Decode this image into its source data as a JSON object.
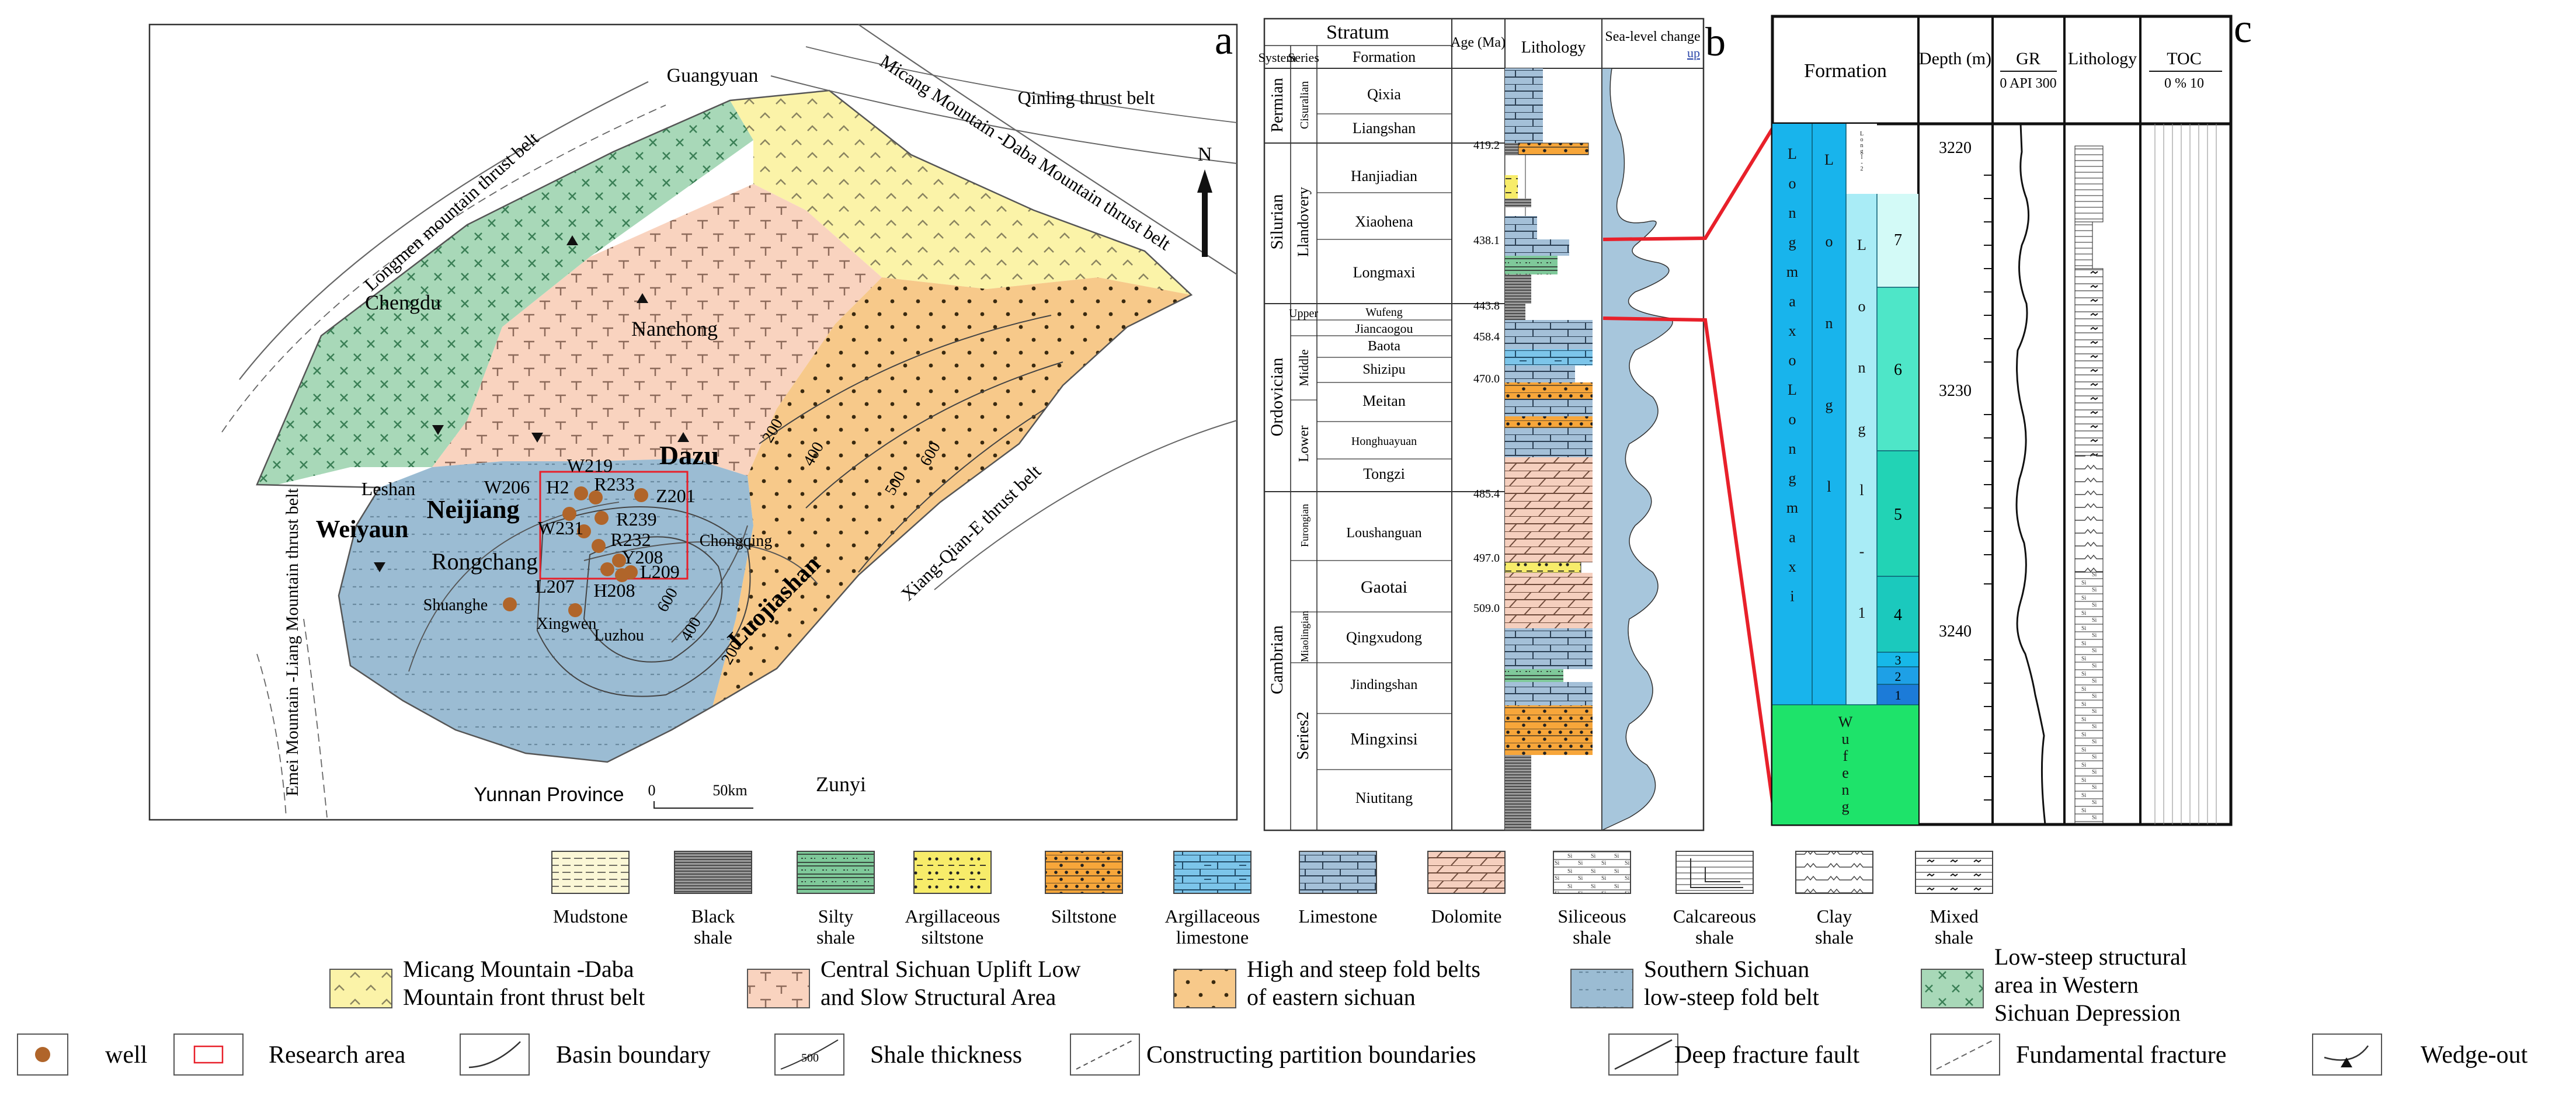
{
  "panel_labels": {
    "a": "a",
    "b": "b",
    "c": "c"
  },
  "map": {
    "north": "N",
    "scale_zero": "0",
    "scale_label": "50km",
    "regions": [
      "Micang Mountain -Daba Mountain thrust belt",
      "Qinling thrust belt",
      "Longmen mountain thrust belt",
      "Emei Mountain -Liang Mountain thrust belt",
      "Xiang-Qian-E thrust belt",
      "Yunnan Province"
    ],
    "cities": [
      "Guangyuan",
      "Chengdu",
      "Nanchong",
      "Dazu",
      "Leshan",
      "Neijiang",
      "Weiyaun",
      "Rongchang",
      "Shuanghe",
      "Xingwen",
      "Luzhou",
      "Chongqing",
      "Zunyi",
      "Luojiashan"
    ],
    "wells": [
      "W219",
      "W206",
      "H2",
      "R233",
      "Z201",
      "R239",
      "W231",
      "R232",
      "Y208",
      "L209",
      "L207",
      "H208"
    ],
    "thickness": [
      "200",
      "400",
      "500",
      "600",
      "600",
      "400",
      "200"
    ]
  },
  "column": {
    "title": "Stratum",
    "headers": {
      "system": "System",
      "series": "Series",
      "formation": "Formation",
      "age": "Age (Ma)",
      "lithology": "Lithology",
      "sea_level": "Sea-level change",
      "up": "up"
    },
    "systems": [
      "Permian",
      "Silurian",
      "Ordovician",
      "Cambrian"
    ],
    "series": [
      "Cisuralian",
      "Llandovery",
      "Upper",
      "Middle",
      "Lower",
      "Furongian",
      "Miaolingian",
      "Series2"
    ],
    "formations": [
      "Qixia",
      "Liangshan",
      "Hanjiadian",
      "Xiaohena",
      "Longmaxi",
      "Wufeng",
      "Jiancaogou",
      "Baota",
      "Shizipu",
      "Meitan",
      "Honghuayuan",
      "Tongzi",
      "Loushanguan",
      "Gaotai",
      "Qingxudong",
      "Jindingshan",
      "Mingxinsi",
      "Niutitang"
    ],
    "ages": [
      "419.2",
      "438.1",
      "443.8",
      "458.4",
      "470.0",
      "485.4",
      "497.0",
      "509.0"
    ]
  },
  "core": {
    "headers": {
      "formation": "Formation",
      "depth": "Depth (m)",
      "gr": "GR",
      "gr_scale": "0  API  300",
      "lithology": "Lithology",
      "toc": "TOC",
      "toc_scale": "0   %   10"
    },
    "formation": "LongmaxoLongmaxi",
    "member": "Longl",
    "submember": "Longl-1",
    "tiny": "Longl-2",
    "wufeng": "Wufeng",
    "depths": [
      "3220",
      "3230",
      "3240"
    ],
    "layers": [
      "7",
      "6",
      "5",
      "4",
      "3",
      "2",
      "1"
    ]
  },
  "legend": {
    "lithology": [
      {
        "name": "Mudstone",
        "pattern": "mudstone"
      },
      {
        "name": "Black shale",
        "pattern": "blackshale"
      },
      {
        "name": "Silty shale",
        "pattern": "siltyshale"
      },
      {
        "name": "Argillaceous siltstone",
        "pattern": "argsilt"
      },
      {
        "name": "Siltstone",
        "pattern": "siltstone"
      },
      {
        "name": "Argillaceous limestone",
        "pattern": "arglime"
      },
      {
        "name": "Limestone",
        "pattern": "limestone"
      },
      {
        "name": "Dolomite",
        "pattern": "dolomite"
      },
      {
        "name": "Siliceous shale",
        "pattern": "siliceous"
      },
      {
        "name": "Calcareous shale",
        "pattern": "calcareous"
      },
      {
        "name": "Clay shale",
        "pattern": "clay"
      },
      {
        "name": "Mixed shale",
        "pattern": "mixed"
      }
    ],
    "areas": [
      {
        "name": "Micang Mountain -Daba Mountain front thrust belt",
        "color": "#fbf3a8"
      },
      {
        "name": "Central Sichuan Uplift Low and Slow Structural Area",
        "color": "#f9d3bf"
      },
      {
        "name": "High and steep fold belts of eastern sichuan",
        "color": "#f7c98a"
      },
      {
        "name": "Southern Sichuan low-steep fold belt",
        "color": "#9bbcd3"
      },
      {
        "name": "Low-steep structural area in Western Sichuan Depression",
        "color": "#a8d8b8"
      }
    ],
    "symbols": [
      "well",
      "Research area",
      "Basin boundary",
      "Shale thickness",
      "Constructing partition boundaries",
      "Deep fracture fault",
      "Fundamental fracture",
      "Wedge-out"
    ],
    "thickness_sample": "500"
  },
  "colors": {
    "yellow": "#fbf3a8",
    "peach": "#f9d3bf",
    "orange": "#f7c98a",
    "blue": "#9bbcd3",
    "green": "#a8d8b8",
    "well": "#b0652a",
    "red": "#e8202a",
    "cyan1": "#18b4ec",
    "cyan2": "#a9ecf6",
    "green_core": "#1ee36a"
  }
}
